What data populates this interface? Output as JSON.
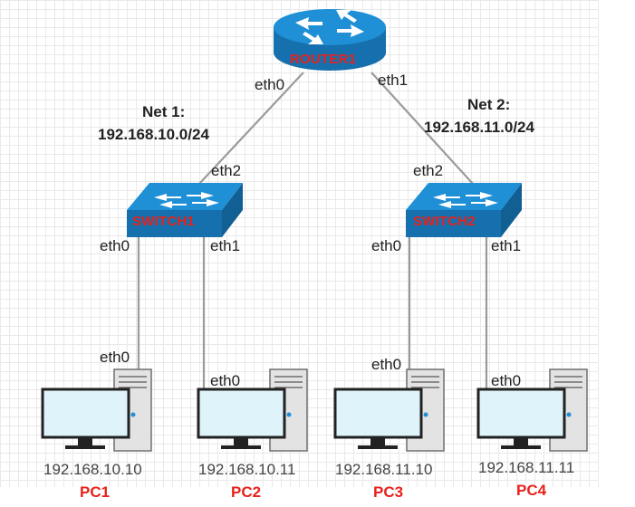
{
  "router": {
    "label": "ROUTER1",
    "ports": {
      "eth0": "eth0",
      "eth1": "eth1"
    }
  },
  "networks": [
    {
      "name": "Net 1:",
      "cidr": "192.168.10.0/24"
    },
    {
      "name": "Net 2:",
      "cidr": "192.168.11.0/24"
    }
  ],
  "switches": [
    {
      "label": "SWITCH1",
      "ports": {
        "uplink": "eth2",
        "left": "eth0",
        "right": "eth1"
      }
    },
    {
      "label": "SWITCH2",
      "ports": {
        "uplink": "eth2",
        "left": "eth0",
        "right": "eth1"
      }
    }
  ],
  "pcs": [
    {
      "name": "PC1",
      "ip": "192.168.10.10",
      "port": "eth0"
    },
    {
      "name": "PC2",
      "ip": "192.168.10.11",
      "port": "eth0"
    },
    {
      "name": "PC3",
      "ip": "192.168.11.10",
      "port": "eth0"
    },
    {
      "name": "PC4",
      "ip": "192.168.11.11",
      "port": "eth0"
    }
  ],
  "colors": {
    "device_blue": "#1f8fd6",
    "device_blue_dark": "#1670ad",
    "label_red": "#e8201a",
    "link_gray": "#9a9a9a",
    "monitor_screen": "#dff3fb"
  }
}
